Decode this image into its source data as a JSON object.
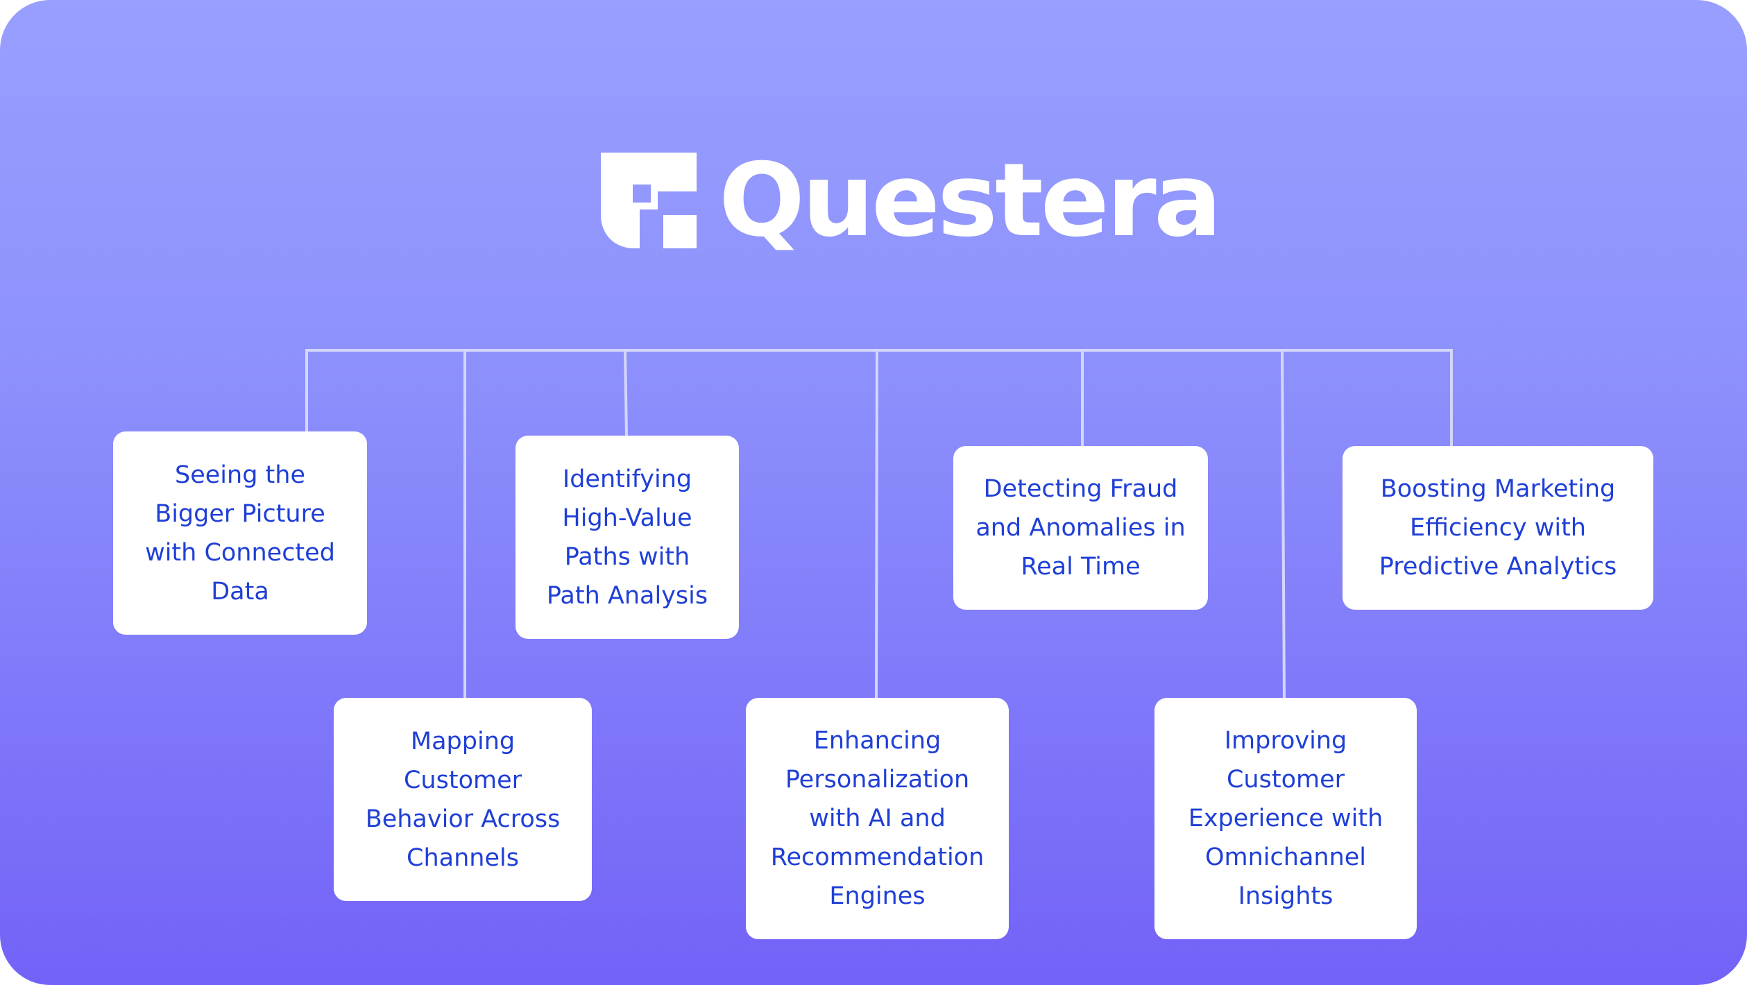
{
  "brand": {
    "name": "Questera",
    "logo_icon": "questera-logo-icon"
  },
  "colors": {
    "background_top": "#989ffe",
    "background_bottom": "#7362f7",
    "card_background": "#ffffff",
    "card_text": "#1f3fd6",
    "connector_line": "#d3d6fb",
    "logo": "#ffffff"
  },
  "cards": [
    {
      "label": "Seeing the\nBigger Picture\nwith Connected\nData"
    },
    {
      "label": "Mapping\nCustomer\nBehavior Across\nChannels"
    },
    {
      "label": "Identifying\nHigh-Value\nPaths with\nPath Analysis"
    },
    {
      "label": "Enhancing\nPersonalization\nwith AI and\nRecommendation\nEngines"
    },
    {
      "label": "Detecting Fraud\nand Anomalies in\nReal Time"
    },
    {
      "label": "Improving\nCustomer\nExperience with\nOmnichannel\nInsights"
    },
    {
      "label": "Boosting Marketing\nEfficiency with\nPredictive Analytics"
    }
  ]
}
